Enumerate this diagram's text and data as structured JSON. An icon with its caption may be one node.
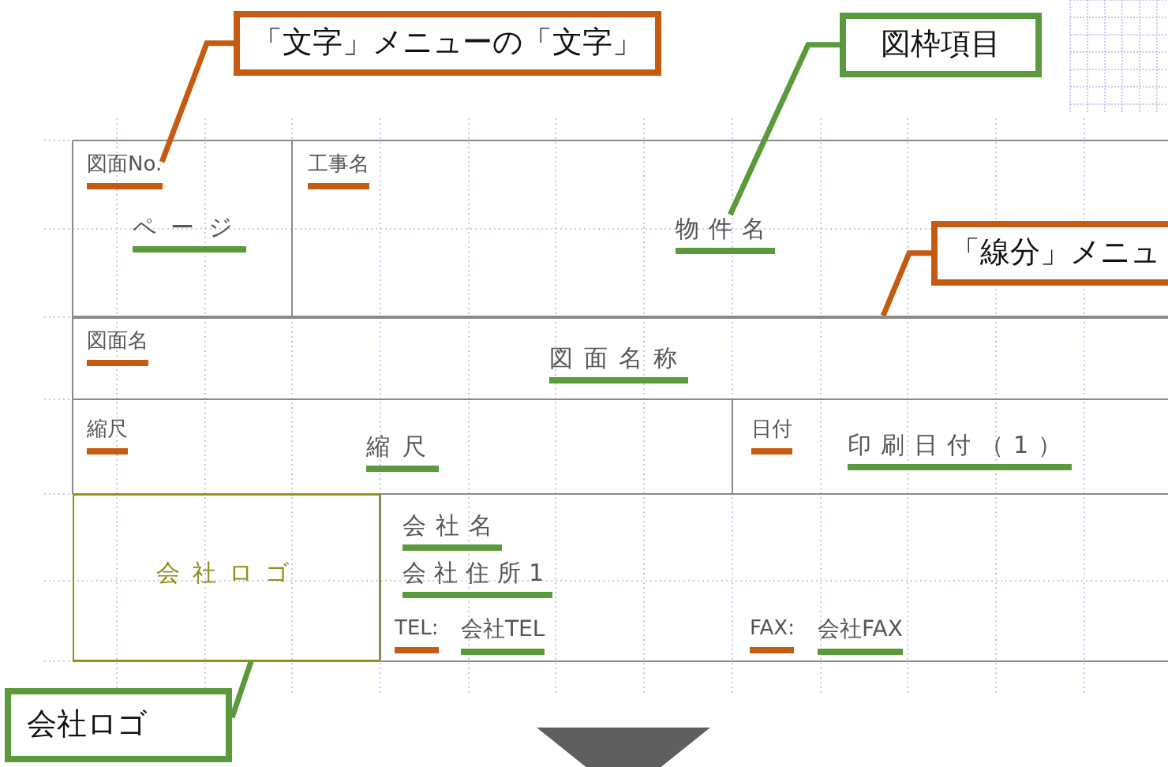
{
  "diagram": {
    "nodes": [
      {
        "text": [
          "「文字」メニューの「文字」"
        ]
      },
      {
        "text": [
          "図枠項目"
        ]
      },
      {
        "text": [
          "図面No."
        ]
      },
      {
        "text": [
          "物件名"
        ]
      },
      {
        "text": [
          "「線分」メニュ"
        ]
      },
      {
        "text": [],
        "shape": "line"
      },
      {
        "text": [
          "会社ロゴ"
        ]
      },
      {
        "text": [
          "会社ロゴ"
        ]
      }
    ],
    "edges": [
      {
        "from": 0,
        "to": 2,
        "arrow": "none",
        "color": "#c55a11"
      },
      {
        "from": 1,
        "to": 3,
        "arrow": "none",
        "color": "#5a9a3c"
      },
      {
        "from": 4,
        "to": 5,
        "arrow": "none",
        "color": "#c55a11"
      },
      {
        "from": 7,
        "to": 6,
        "arrow": "none",
        "color": "#5a9a3c"
      }
    ],
    "labels": [
      "工事名",
      "ページ",
      "図面名",
      "図面名称",
      "縮尺",
      "縮尺",
      "日付",
      "印刷日付（1）",
      "会社名",
      "会社住所1",
      "TEL:",
      "会社TEL",
      "FAX:",
      "会社FAX"
    ]
  }
}
